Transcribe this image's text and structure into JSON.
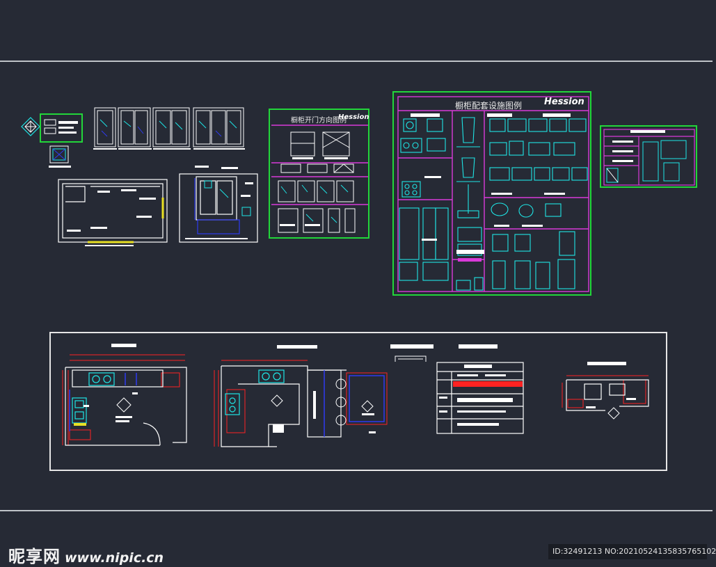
{
  "sheets": {
    "door_legend_title": "橱柜开门方向图例",
    "door_legend_brand": "Hession",
    "appliance_legend_title": "橱柜配套设施图例",
    "appliance_legend_brand": "Hession"
  },
  "footer": {
    "watermark_logo": "昵享网",
    "watermark_site": "www.nipic.cn",
    "image_id": "ID:32491213 NO:20210524135835765102"
  },
  "colors": {
    "background": "#262a35",
    "frame_green": "#22d63a",
    "frame_white": "#e6e6e6",
    "line_cyan": "#1ee6e6",
    "line_magenta": "#d93ad9",
    "line_red": "#ff2222",
    "line_blue": "#2e3bf0",
    "line_yellow": "#e8e024"
  }
}
